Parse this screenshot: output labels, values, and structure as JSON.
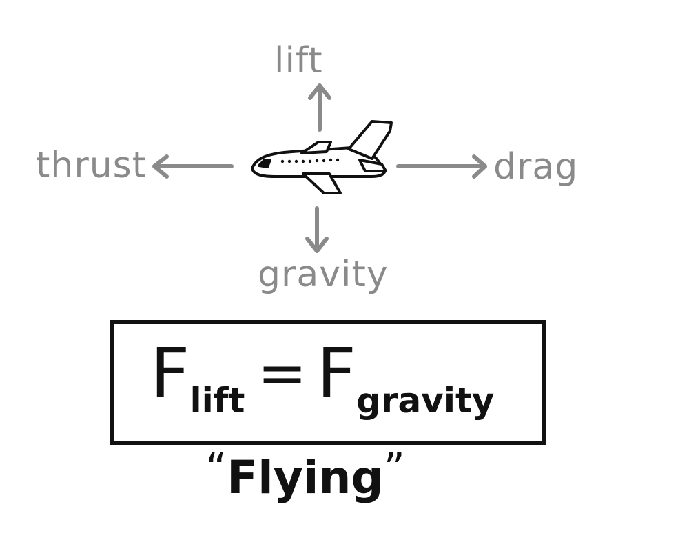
{
  "forces": {
    "lift": "lift",
    "thrust": "thrust",
    "drag": "drag",
    "gravity": "gravity"
  },
  "formula": {
    "left_symbol": "F",
    "left_subscript": "lift",
    "equals": "=",
    "right_symbol": "F",
    "right_subscript": "gravity"
  },
  "caption": {
    "open_quote": "“",
    "text": "Flying",
    "close_quote": "”"
  },
  "colors": {
    "force_label": "#8a8a8a",
    "ink": "#111111",
    "background": "#ffffff"
  },
  "icons": [
    "airplane-icon",
    "arrow-up-icon",
    "arrow-left-icon",
    "arrow-right-icon",
    "arrow-down-icon"
  ]
}
